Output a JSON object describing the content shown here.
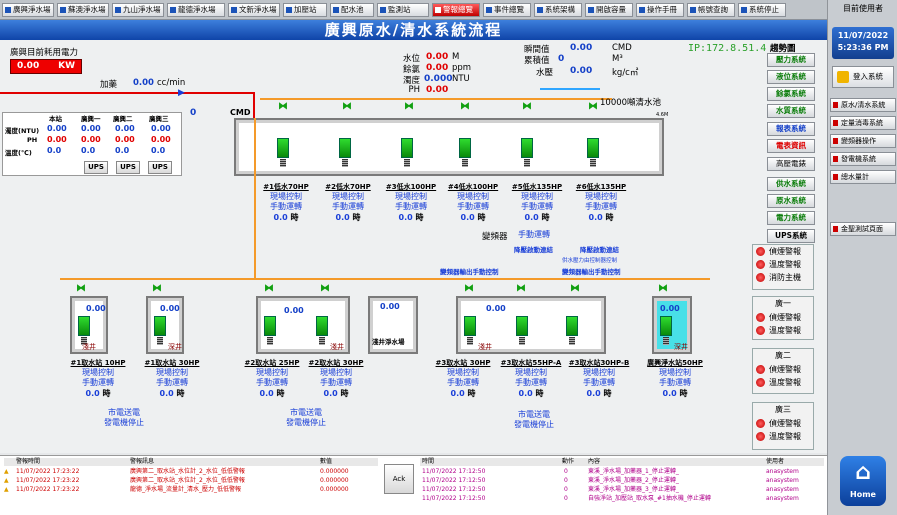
{
  "nav": [
    "廣興淨水場",
    "蘇澳淨水場",
    "九山淨水場",
    "龍德淨水場",
    "文新淨水場",
    "加壓站",
    "配水池",
    "監測站",
    "警報總覽",
    "事件總覽",
    "系統架構",
    "開啟容量",
    "操作手冊",
    "帳號查詢",
    "系統停止"
  ],
  "user": {
    "label": "目前使用者",
    "date": "11/07/2022",
    "time": "5:23:36 PM",
    "login": "登入系統"
  },
  "sidebar": [
    "原水/清水系統",
    "定量消毒系統",
    "變頻器操作",
    "發電機系統",
    "總水量計",
    "",
    "金聖測試頁面"
  ],
  "title": "廣興原水/清水系統流程",
  "power": {
    "label": "廣興目前耗用電力",
    "value": "0.00",
    "unit": "KW"
  },
  "dosing": {
    "label": "加藥",
    "value": "0.00",
    "unit": "cc/min"
  },
  "quality": {
    "cols": [
      "本站",
      "廣興一",
      "廣興二",
      "廣興三"
    ],
    "rows": [
      {
        "name": "濁度(NTU)",
        "vals": [
          "0.00",
          "0.00",
          "0.00",
          "0.00"
        ]
      },
      {
        "name": "PH",
        "vals": [
          "0.00",
          "0.00",
          "0.00",
          "0.00"
        ]
      },
      {
        "name": "溫度(℃)",
        "vals": [
          "0.0",
          "0.0",
          "0.0",
          "0.0"
        ]
      }
    ],
    "ups": [
      "UPS",
      "UPS",
      "UPS"
    ]
  },
  "meters": {
    "level": {
      "label": "水位",
      "value": "0.00",
      "unit": "M"
    },
    "chlorine": {
      "label": "餘氯",
      "value": "0.00",
      "unit": "ppm"
    },
    "turbidity": {
      "label": "濁度",
      "value": "0.000",
      "unit": "NTU"
    },
    "ph": {
      "label": "PH",
      "value": "0.00",
      "unit": ""
    },
    "instant": {
      "label": "瞬間值",
      "value": "0.00",
      "unit": "CMD"
    },
    "cumulative": {
      "label": "累積值",
      "value": "0",
      "unit": "M³"
    },
    "pressure": {
      "label": "水壓",
      "value": "0.00",
      "unit": "kg/c㎡"
    }
  },
  "ip": "IP:172.8.51.4",
  "trend_label": "趨勢圖",
  "sys_buttons": [
    "壓力系統",
    "液位系統",
    "餘氯系統",
    "水質系統",
    "報表系統",
    "電表資訊",
    "高壓電錶",
    "供水系統",
    "原水系統",
    "電力系統",
    "UPS系統"
  ],
  "cmd_label": "CMD",
  "cmd_value": "0",
  "tank_label": "10000噸清水池",
  "tank_h": "4.6M",
  "pumps": [
    {
      "name": "#1低水70HP",
      "c1": "現場控制",
      "c2": "手動運轉",
      "v": "0.0",
      "u": "時"
    },
    {
      "name": "#2低水70HP",
      "c1": "現場控制",
      "c2": "手動運轉",
      "v": "0.0",
      "u": "時"
    },
    {
      "name": "#3低水100HP",
      "c1": "現場控制",
      "c2": "手動運轉",
      "v": "0.0",
      "u": "時"
    },
    {
      "name": "#4低水100HP",
      "c1": "現場控制",
      "c2": "手動運轉",
      "v": "0.0",
      "u": "時"
    },
    {
      "name": "#5低水135HP",
      "c1": "現場控制",
      "c2": "手動運轉",
      "v": "0.0",
      "u": "時"
    },
    {
      "name": "#6低水135HP",
      "c1": "現場控制",
      "c2": "手動運轉",
      "v": "0.0",
      "u": "時"
    }
  ],
  "vfd": {
    "label": "變頻器",
    "state": "手動運轉",
    "link1": "降壓啟動連結",
    "link2": "降壓啟動連結",
    "note1": "供水壓力由控制器控制",
    "note2": "變頻器輸出手動控制",
    "note3": "變頻器輸出手動控制"
  },
  "sec_alarms": [
    [
      "偵煙警報",
      "溫度警報",
      "消防主機"
    ],
    [
      "偵煙警報",
      "溫度警報"
    ],
    [
      "偵煙警報",
      "溫度警報"
    ],
    [
      "偵煙警報",
      "溫度警報"
    ]
  ],
  "sec_titles": [
    "",
    "廣一",
    "廣二",
    "廣三"
  ],
  "wells": [
    {
      "name": "#1取水站 10HP",
      "tag": "淺井",
      "v": "0.00",
      "c1": "現場控制",
      "c2": "手動運轉",
      "hr": "0.0"
    },
    {
      "name": "#1取水站 30HP",
      "tag": "深井",
      "v": "0.00",
      "c1": "現場控制",
      "c2": "手動運轉",
      "hr": "0.0"
    },
    {
      "name": "#2取水站 25HP",
      "tag": "",
      "v": "0.00",
      "c1": "現場控制",
      "c2": "手動運轉",
      "hr": "0.0"
    },
    {
      "name": "#2取水站 30HP",
      "tag": "淺井",
      "v": "",
      "c1": "現場控制",
      "c2": "手動運轉",
      "hr": "0.0"
    },
    {
      "name": "淺井淨水場",
      "tag": "",
      "v": "0.00",
      "c1": "",
      "c2": "",
      "hr": ""
    },
    {
      "name": "#3取水站 30HP",
      "tag": "淺井",
      "v": "0.00",
      "c1": "現場控制",
      "c2": "手動運轉",
      "hr": "0.0"
    },
    {
      "name": "#3取水站55HP-A",
      "tag": "",
      "v": "",
      "c1": "現場控制",
      "c2": "手動運轉",
      "hr": "0.0"
    },
    {
      "name": "#3取水站30HP-B",
      "tag": "",
      "v": "",
      "c1": "現場控制",
      "c2": "手動運轉",
      "hr": "0.0"
    },
    {
      "name": "廣興淨水站50HP",
      "tag": "深井",
      "v": "0.00",
      "c1": "現場控制",
      "c2": "手動運轉",
      "hr": "0.0"
    }
  ],
  "grid_power": [
    "市電送電",
    "發電機停止"
  ],
  "alarm_table": {
    "headers": [
      "警報時間",
      "警報訊息",
      "數值"
    ],
    "rows": [
      [
        "11/07/2022 17:23:22",
        "廣興第二_取水站_水位計_2_水位_低低警報",
        "0.000000"
      ],
      [
        "11/07/2022 17:23:22",
        "廣興第二_取水站_水位計_2_水位_低低警報",
        "0.000000"
      ],
      [
        "11/07/2022 17:23:22",
        "龍德_淨水場_流量計_清水_壓力_低低警報",
        "0.000000"
      ]
    ]
  },
  "ack": "Ack",
  "event_table": {
    "headers": [
      "時間",
      "動作",
      "內容",
      "使用者"
    ],
    "rows": [
      [
        "11/07/2022 17:12:50",
        "0",
        "東溪_淨水場_加藥器_1_停止運轉_",
        "anasystem"
      ],
      [
        "11/07/2022 17:12:50",
        "0",
        "東溪_淨水場_加藥器_2_停止運轉_",
        "anasystem"
      ],
      [
        "11/07/2022 17:12:50",
        "0",
        "東溪_淨水場_加藥器_3_停止運轉_",
        "anasystem"
      ],
      [
        "11/07/2022 17:12:50",
        "0",
        "自強淨站_加壓站_取水泵_#1抽水機_停止運轉",
        "anasystem"
      ]
    ]
  },
  "home": "Home",
  "hr_unit": "時"
}
